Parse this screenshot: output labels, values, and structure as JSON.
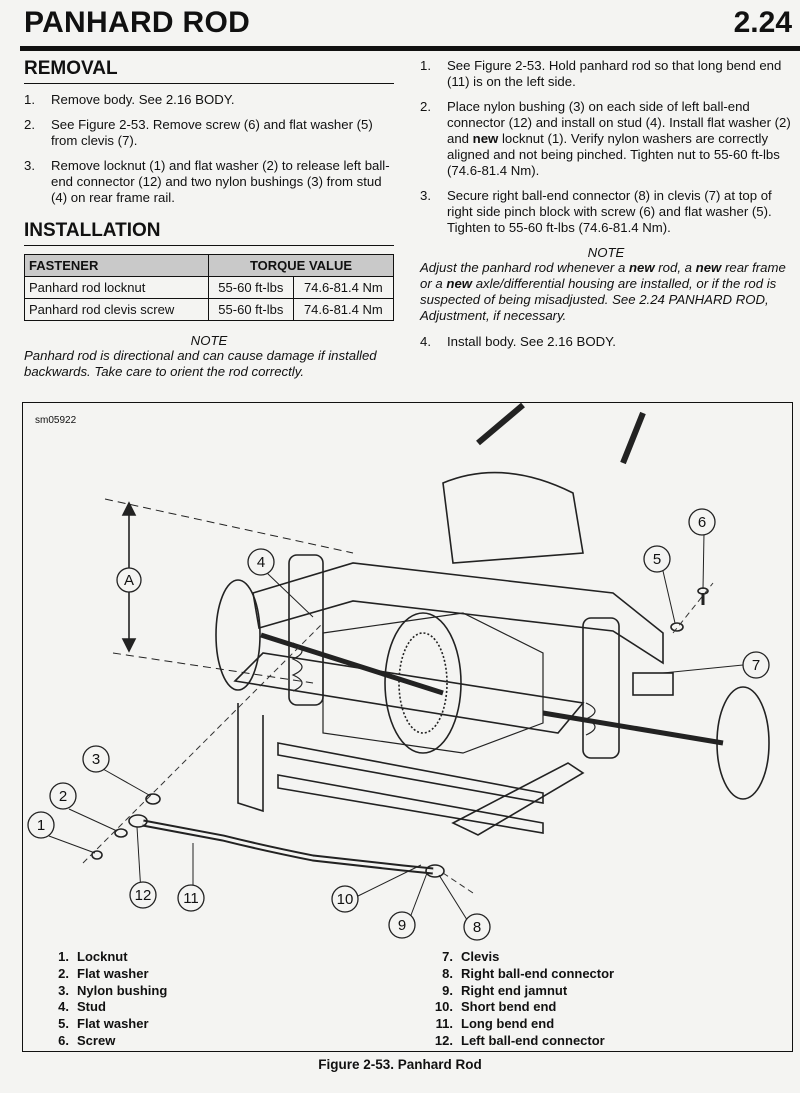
{
  "header": {
    "title": "PANHARD ROD",
    "page_number": "2.24"
  },
  "removal": {
    "heading": "REMOVAL",
    "steps": [
      {
        "num": "1.",
        "text": "Remove body. See 2.16 BODY."
      },
      {
        "num": "2.",
        "text": "See Figure 2-53. Remove screw (6) and flat washer (5) from clevis (7)."
      },
      {
        "num": "3.",
        "text": "Remove locknut (1) and flat washer (2) to release left ball-end connector (12) and two nylon bushings (3) from stud (4) on rear frame rail."
      }
    ]
  },
  "installation": {
    "heading": "INSTALLATION",
    "table": {
      "headers": [
        "FASTENER",
        "TORQUE VALUE"
      ],
      "rows": [
        {
          "fastener": "Panhard rod locknut",
          "ftlbs": "55-60 ft-lbs",
          "nm": "74.6-81.4 Nm"
        },
        {
          "fastener": "Panhard rod clevis screw",
          "ftlbs": "55-60 ft-lbs",
          "nm": "74.6-81.4 Nm"
        }
      ]
    },
    "note_title": "NOTE",
    "note_text": "Panhard rod is directional and can cause damage if installed backwards. Take care to orient the rod correctly.",
    "steps": {
      "s1_num": "1.",
      "s1_text": "See Figure 2-53. Hold panhard rod so that long bend end (11) is on the left side.",
      "s2_num": "2.",
      "s2_a": "Place nylon bushing (3) on each side of left ball-end connector (12) and install on stud (4). Install flat washer (2) and ",
      "s2_b": "new",
      "s2_c": " locknut (1). Verify nylon washers are correctly aligned and not being pinched. Tighten nut to 55-60 ft-lbs (74.6-81.4 Nm).",
      "s3_num": "3.",
      "s3_text": "Secure right ball-end connector (8) in clevis (7) at top of right side pinch block with screw (6) and flat washer (5). Tighten to 55-60 ft-lbs (74.6-81.4 Nm).",
      "s4_num": "4.",
      "s4_text": "Install body. See 2.16 BODY."
    },
    "note2_title": "NOTE",
    "note2_a": "Adjust the panhard rod whenever a ",
    "note2_b": "new",
    "note2_c": " rod, a ",
    "note2_d": "new",
    "note2_e": " rear frame or a ",
    "note2_f": "new",
    "note2_g": " axle/differential housing are installed, or if the rod is suspected of being misadjusted. See 2.24 PANHARD ROD, Adjustment, if necessary."
  },
  "figure": {
    "id": "sm05922",
    "callouts": [
      "1",
      "2",
      "3",
      "4",
      "5",
      "6",
      "7",
      "8",
      "9",
      "10",
      "11",
      "12"
    ],
    "dimension_label": "A",
    "legend_left": [
      {
        "num": "1.",
        "label": "Locknut"
      },
      {
        "num": "2.",
        "label": "Flat washer"
      },
      {
        "num": "3.",
        "label": "Nylon bushing"
      },
      {
        "num": "4.",
        "label": "Stud"
      },
      {
        "num": "5.",
        "label": "Flat washer"
      },
      {
        "num": "6.",
        "label": "Screw"
      }
    ],
    "legend_right": [
      {
        "num": "7.",
        "label": "Clevis"
      },
      {
        "num": "8.",
        "label": "Right ball-end connector"
      },
      {
        "num": "9.",
        "label": "Right end jamnut"
      },
      {
        "num": "10.",
        "label": "Short bend end"
      },
      {
        "num": "11.",
        "label": "Long bend end"
      },
      {
        "num": "12.",
        "label": "Left ball-end connector"
      }
    ],
    "caption": "Figure 2-53. Panhard Rod"
  }
}
